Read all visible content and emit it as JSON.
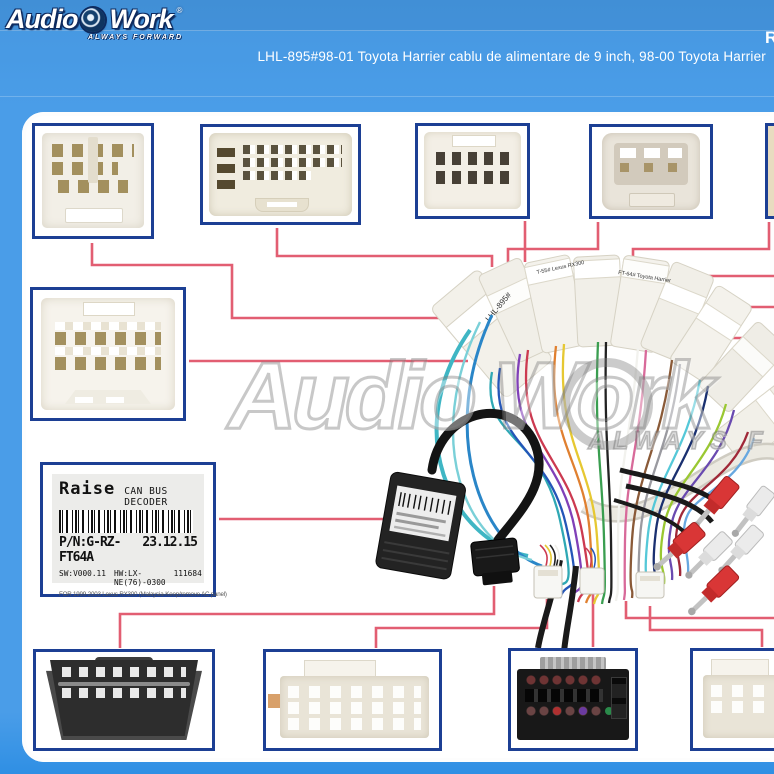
{
  "header": {
    "logo": {
      "audio": "Audio",
      "work": "Work",
      "tagline": "ALWAYS FORWARD",
      "reg": "®"
    },
    "title": "LHL-895#98-01 Toyota Harrier cablu de alimentare de 9 inch, 98-00 Toyota Harrier",
    "corner_partial": "R"
  },
  "watermark": {
    "main": "Audio Work",
    "sub": "ALWAYS F"
  },
  "raise_label": {
    "brand": "Raise",
    "product": "CAN BUS DECODER",
    "pn": "P/N:G-RZ-FT64A",
    "date": "23.12.15",
    "sw": "SW:V000.11",
    "hw": "HW:LX-NE(76)-0300",
    "serial": "111684",
    "for_line": "FOR 1999-2003 Lexus RX300 (Malaysia-Keep/remove AC panel)"
  },
  "harness": {
    "labels": [
      "LHL-895#",
      "T-55# Lexus RX300",
      "FT-64# Toyota Harrier"
    ],
    "wire_colors": [
      "#2fa8b4",
      "#2456b8",
      "#8040b8",
      "#cc3a50",
      "#e08030",
      "#e6c832",
      "#3a9e50",
      "#222222",
      "#f2f2ee",
      "#d86a9a",
      "#8a5a38",
      "#9a9aa0",
      "#55c8d8",
      "#1a3070",
      "#9ac832",
      "#6a4ab0",
      "#a02838",
      "#68a8e0"
    ]
  },
  "colors": {
    "background": "#4a9de8",
    "background_bottom": "#2f8fe4",
    "panel": "#ffffff",
    "box_border": "#1c3f94",
    "connection_line": "#e25e72",
    "title_text": "#ffffff"
  }
}
